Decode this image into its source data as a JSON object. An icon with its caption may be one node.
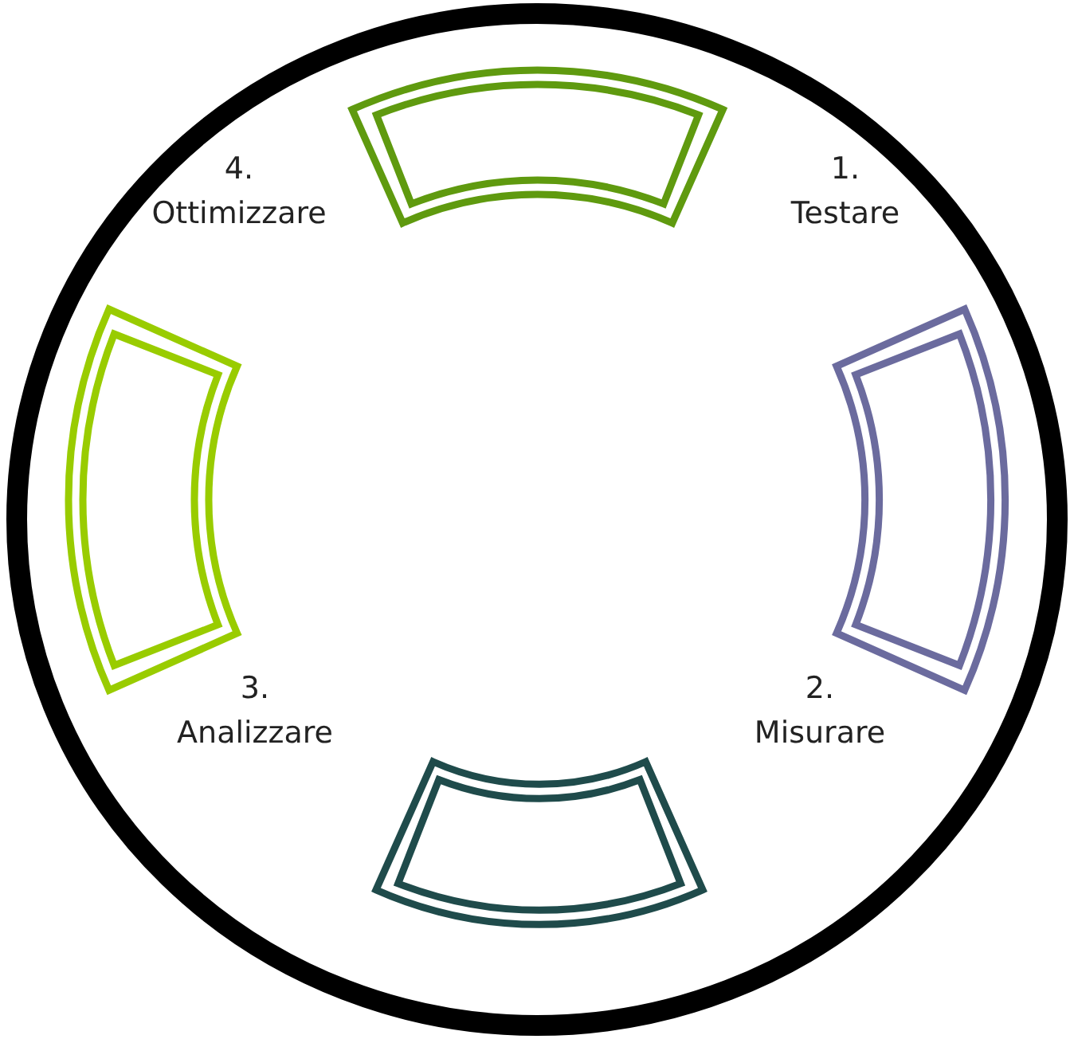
{
  "diagram": {
    "nodes": [
      {
        "text": [],
        "shape": "circle"
      },
      {
        "text": [],
        "shape": "arc",
        "in": 0
      },
      {
        "text": [],
        "shape": "arc",
        "in": 0
      },
      {
        "text": [],
        "shape": "arc",
        "in": 0
      },
      {
        "text": [],
        "shape": "arc",
        "in": 0
      }
    ],
    "labels": [
      "4. Ottimizzare",
      "1. Testare",
      "3. Analizzare",
      "2. Misurare"
    ]
  }
}
